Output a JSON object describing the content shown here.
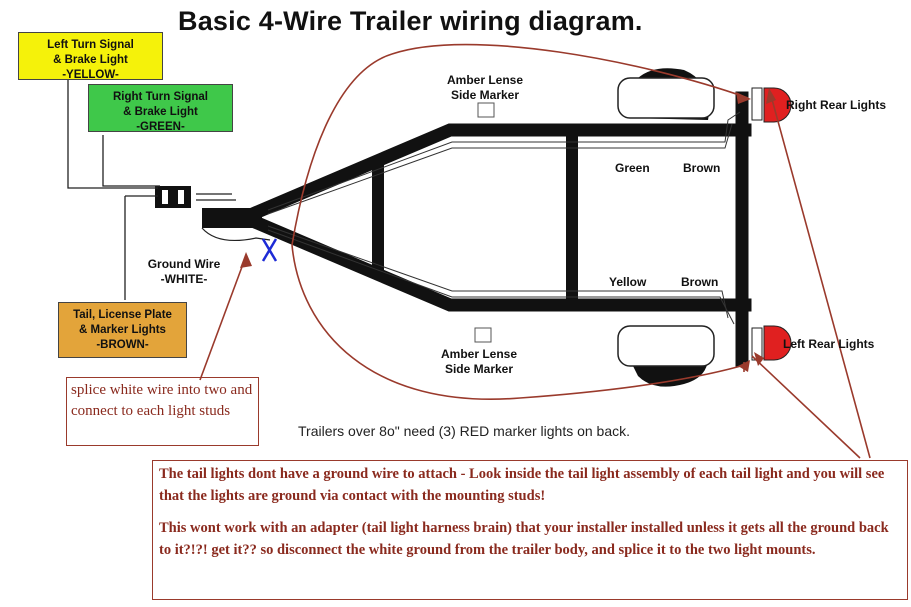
{
  "title": "Basic 4-Wire Trailer wiring diagram.",
  "boxes": {
    "left_turn": {
      "line1": "Left Turn Signal",
      "line2": "& Brake Light",
      "line3": "-YELLOW-",
      "color": "#f5f20a"
    },
    "right_turn": {
      "line1": "Right Turn Signal",
      "line2": "& Brake Light",
      "line3": "-GREEN-",
      "color": "#3fc84a"
    },
    "tail_plate": {
      "line1": "Tail, License Plate",
      "line2": "& Marker Lights",
      "line3": "-BROWN-",
      "color": "#e3a43a"
    }
  },
  "labels": {
    "ground_wire_1": "Ground Wire",
    "ground_wire_2": "-WHITE-",
    "marker_top_1": "Amber Lense",
    "marker_top_2": "Side Marker",
    "marker_bottom_1": "Amber Lense",
    "marker_bottom_2": "Side Marker",
    "right_rear": "Right Rear Lights",
    "left_rear": "Left Rear Lights",
    "green": "Green",
    "brown_top": "Brown",
    "yellow": "Yellow",
    "brown_bottom": "Brown"
  },
  "notes": {
    "splice": "splice white wire into two and connect to each light studs",
    "ground_p1": "The tail lights dont have a ground wire to attach - Look inside the tail light assembly of each tail light and you will see that the lights are ground via contact with the mounting studs!",
    "ground_p2": "This wont work with an adapter (tail light harness brain) that your installer installed unless it gets all the ground back to it?!?! get it?? so disconnect the white ground from the trailer body, and splice it to the two light mounts."
  },
  "footnote": "Trailers over 8o\" need (3) RED marker lights on back.",
  "colors": {
    "annotation": "#9a3a2c",
    "frame": "#111111",
    "lamp": "#e02020"
  }
}
